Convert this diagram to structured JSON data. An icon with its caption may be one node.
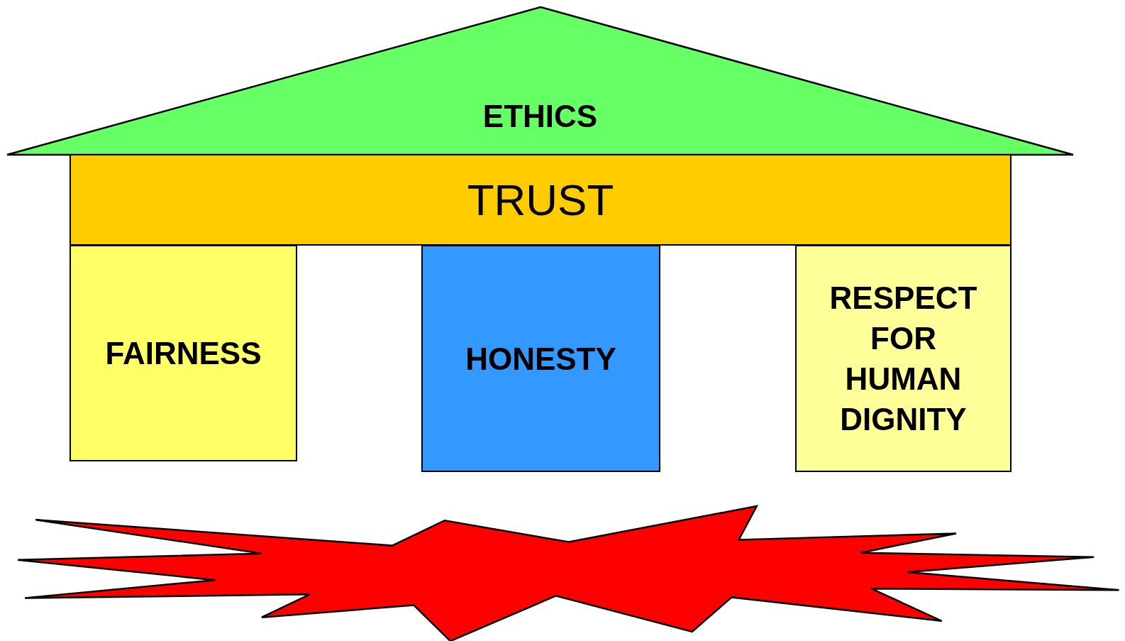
{
  "diagram": {
    "nodes": [
      {
        "text": [
          "ETHICS"
        ]
      },
      {
        "text": [
          "TRUST"
        ]
      },
      {
        "text": [
          "FAIRNESS"
        ]
      },
      {
        "text": [
          "HONESTY"
        ]
      },
      {
        "text": [
          "RESPECT FOR HUMAN DIGNITY"
        ]
      },
      {
        "text": [],
        "shape": "star"
      }
    ]
  }
}
